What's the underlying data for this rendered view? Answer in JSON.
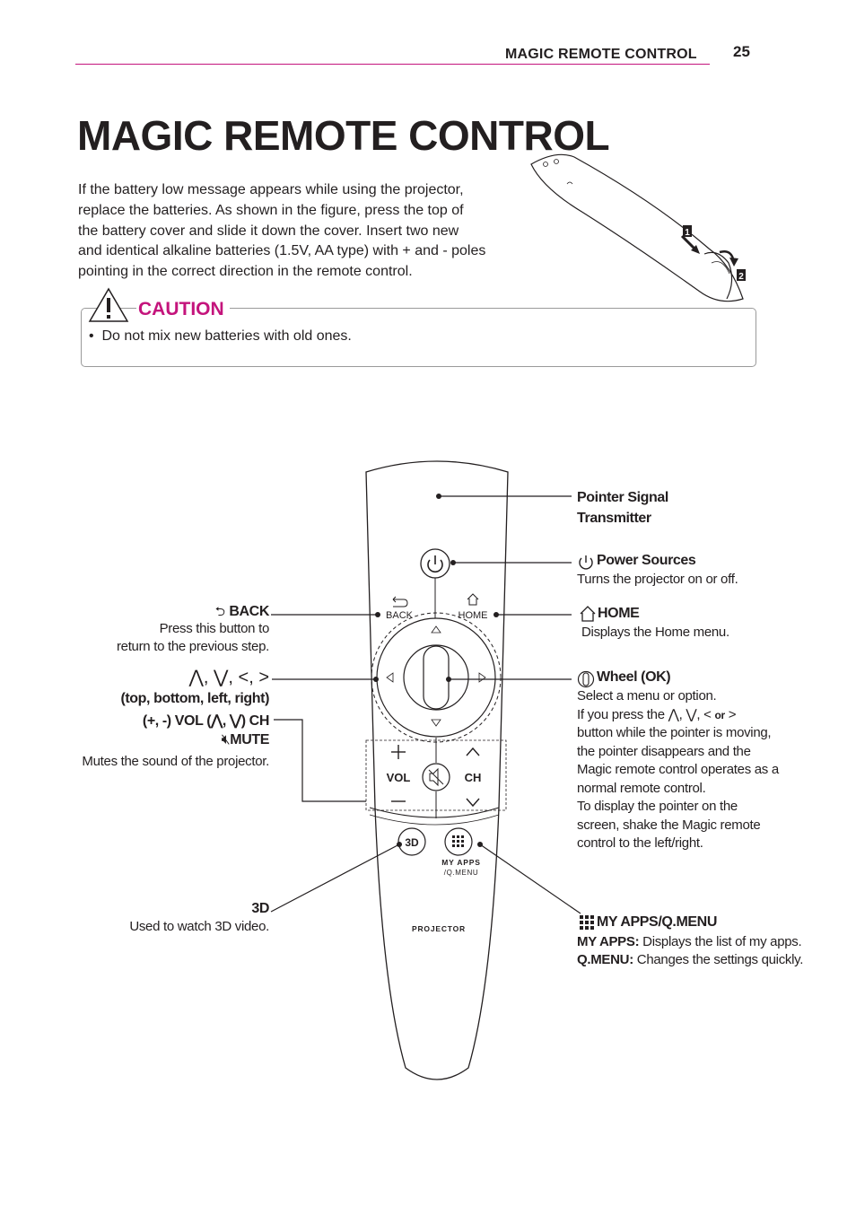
{
  "header": {
    "section_title": "MAGIC REMOTE CONTROL",
    "page_number": "25"
  },
  "title": "MAGIC REMOTE CONTROL",
  "intro": [
    "If the battery low message appears while using the projector,",
    "replace the batteries. As shown in the figure, press the top of",
    "the battery cover and slide it down the cover. Insert two new",
    "and identical alkaline batteries (1.5V, AA type) with + and - poles",
    "pointing in the correct direction in the remote control."
  ],
  "battery_figure": {
    "step1": "1",
    "step2": "2"
  },
  "caution": {
    "label": "CAUTION",
    "items": [
      "Do not mix new batteries with old ones."
    ]
  },
  "remote": {
    "back": "BACK",
    "home": "HOME",
    "vol": "VOL",
    "ch": "CH",
    "btn_3d": "3D",
    "my_apps_line1": "MY APPS",
    "my_apps_line2": "/Q.MENU",
    "projector": "PROJECTOR"
  },
  "callouts": {
    "pointer": {
      "line1": "Pointer Signal",
      "line2": "Transmitter"
    },
    "power": {
      "label": "Power Sources",
      "desc": "Turns the projector on or off."
    },
    "home": {
      "label": "HOME",
      "desc": "Displays the Home menu."
    },
    "wheel": {
      "label": "Wheel (OK)",
      "lines": [
        "Select a menu or option.",
        "If you press the",
        "button while the pointer is moving,",
        "the pointer disappears and the",
        "Magic remote control operates as a",
        "normal remote control.",
        "To display the pointer on the",
        "screen, shake the Magic remote",
        "control to the left/right."
      ],
      "or": "or"
    },
    "myapps": {
      "label": "MY APPS/Q.MENU",
      "myapps_key": "MY APPS:",
      "myapps_desc": "Displays the list of my apps.",
      "qmenu_key": "Q.MENU:",
      "qmenu_desc": "Changes the settings quickly."
    },
    "back": {
      "label": "BACK",
      "desc1": "Press this button to",
      "desc2": "return to the previous step."
    },
    "arrows": {
      "line2": "(top, bottom, left, right)",
      "line3_a": "(+, -) VOL (",
      "line3_b": ") CH",
      "line4": "MUTE",
      "desc": "Mutes the sound of the projector."
    },
    "threed": {
      "label": "3D",
      "desc": "Used to watch 3D video."
    }
  },
  "colors": {
    "accent": "#c4147c",
    "text": "#231f20",
    "rule": "#9a9a9a"
  }
}
